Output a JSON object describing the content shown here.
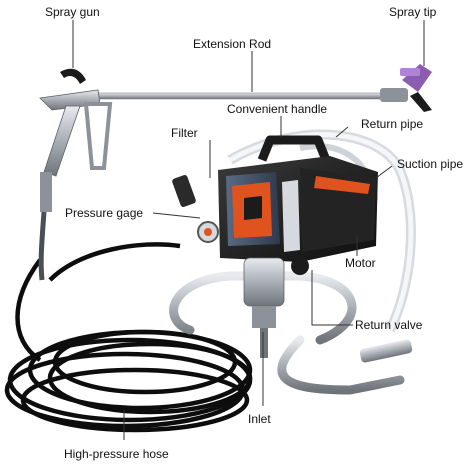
{
  "labels": {
    "spray_gun": "Spray gun",
    "spray_tip": "Spray tip",
    "extension_rod": "Extension Rod",
    "convenient_handle": "Convenient handle",
    "return_pipe": "Return pipe",
    "filter": "Filter",
    "suction_pipe": "Suction pipe",
    "pressure_gage": "Pressure gage",
    "motor": "Motor",
    "return_valve": "Return valve",
    "inlet": "Inlet",
    "high_pressure_hose": "High-pressure hose"
  },
  "colors": {
    "leader_line": "#333333",
    "body_black": "#1b1b1b",
    "accent_orange": "#e0531f",
    "metal": "#b8bcc2",
    "hose": "#0d0d0d",
    "tip_purple": "#8a5db0"
  }
}
